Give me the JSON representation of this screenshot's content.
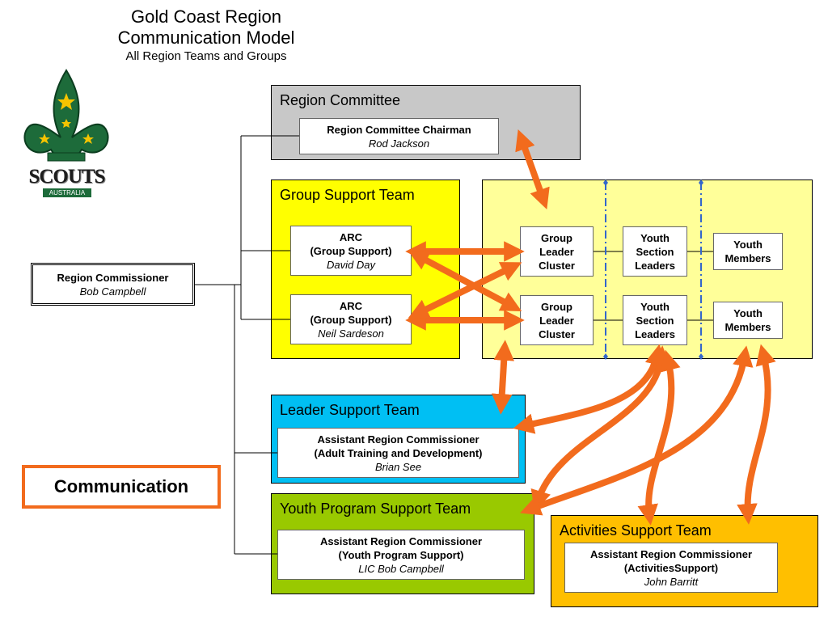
{
  "header": {
    "title_line1": "Gold Coast Region",
    "title_line2": "Communication Model",
    "subtitle": "All Region Teams and Groups"
  },
  "logo": {
    "text": "SCOUTS",
    "subtext": "AUSTRALIA"
  },
  "region_committee": {
    "title": "Region Committee",
    "role": "Region Committee Chairman",
    "person": "Rod Jackson"
  },
  "region_commissioner": {
    "role": "Region Commissioner",
    "person": "Bob Campbell"
  },
  "group_support_team": {
    "title": "Group Support Team",
    "members": [
      {
        "l1": "ARC",
        "l2": "(Group Support)",
        "person": "David Day"
      },
      {
        "l1": "ARC",
        "l2": "(Group Support)",
        "person": "Neil Sardeson"
      }
    ]
  },
  "groups": {
    "rows": [
      {
        "cluster": [
          "Group",
          "Leader",
          "Cluster"
        ],
        "section": [
          "Youth",
          "Section",
          "Leaders"
        ],
        "members": [
          "Youth",
          "Members"
        ]
      },
      {
        "cluster": [
          "Group",
          "Leader",
          "Cluster"
        ],
        "section": [
          "Youth",
          "Section",
          "Leaders"
        ],
        "members": [
          "Youth",
          "Members"
        ]
      }
    ]
  },
  "leader_support_team": {
    "title": "Leader Support Team",
    "role": "Assistant Region Commissioner",
    "role2": "(Adult Training and Development)",
    "person": "Brian See"
  },
  "youth_program_support_team": {
    "title": "Youth Program Support Team",
    "role": "Assistant Region Commissioner",
    "role2": "(Youth Program Support)",
    "person": "LIC Bob Campbell"
  },
  "activities_support_team": {
    "title": "Activities Support Team",
    "role": "Assistant Region Commissioner",
    "role2": "(ActivitiesSupport)",
    "person": "John Barritt"
  },
  "legend": {
    "label": "Communication"
  },
  "colors": {
    "arrow": "#f26b1d",
    "committee": "#c8c8c8",
    "group_support": "#ffff00",
    "groups": "#ffff99",
    "leader_support": "#00bff3",
    "youth_program": "#99c900",
    "activities": "#ffbf00",
    "divider": "#3366cc"
  }
}
